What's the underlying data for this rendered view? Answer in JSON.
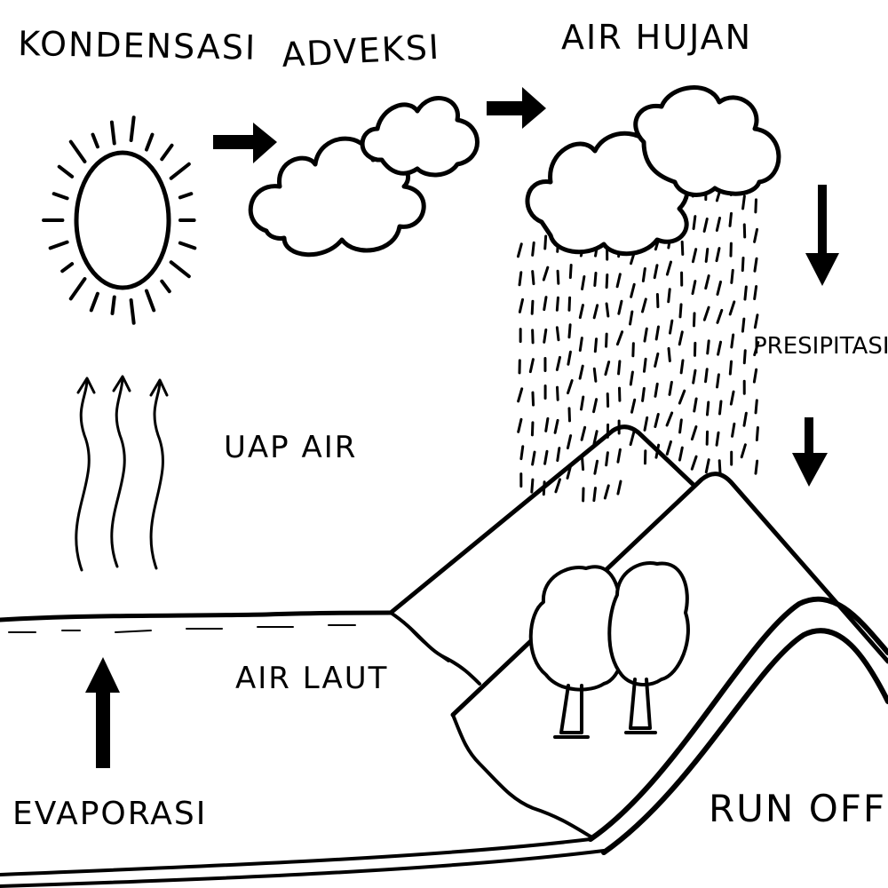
{
  "labels": {
    "kondensasi": "KONDENSASI",
    "adveksi": "ADVEKSI",
    "air_hujan": "AIR HUJAN",
    "presipitasi": "PRESIPITASI",
    "uap_air": "UAP AIR",
    "air_laut": "AIR LAUT",
    "evaporasi": "EVAPORASI",
    "run_off": "RUN OFF"
  },
  "colors": {
    "ink": "#000000",
    "paper": "#ffffff"
  }
}
